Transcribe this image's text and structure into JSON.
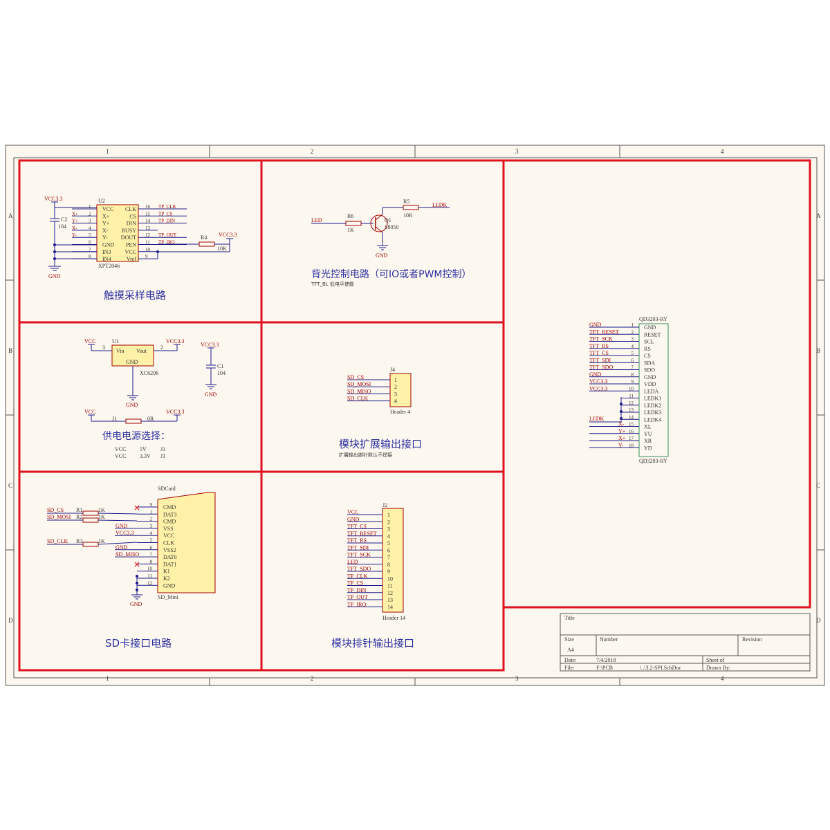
{
  "border": {
    "columns": [
      "1",
      "2",
      "3",
      "4"
    ],
    "rows": [
      "A",
      "B",
      "C",
      "D"
    ]
  },
  "panels": {
    "touch": {
      "title": "触摸采样电路",
      "ic_ref": "U2",
      "ic_name": "XPT2046",
      "vcc_label": "VCC3.3",
      "vcc_label2": "VCC3.3",
      "gnd_label": "GND",
      "cap_ref": "C2",
      "cap_val": "104",
      "res_ref": "R4",
      "res_val": "10K",
      "left_pins": [
        {
          "net": "",
          "num": "1",
          "name": "VCC"
        },
        {
          "net": "X+",
          "num": "2",
          "name": "X+"
        },
        {
          "net": "Y+",
          "num": "3",
          "name": "Y+"
        },
        {
          "net": "X-",
          "num": "4",
          "name": "X-"
        },
        {
          "net": "Y-",
          "num": "5",
          "name": "Y-"
        },
        {
          "net": "",
          "num": "6",
          "name": "GND"
        },
        {
          "net": "",
          "num": "7",
          "name": "IN3"
        },
        {
          "net": "",
          "num": "8",
          "name": "IN4"
        }
      ],
      "right_pins": [
        {
          "net": "TP_CLK",
          "num": "16",
          "name": "CLK"
        },
        {
          "net": "TP_CS",
          "num": "15",
          "name": "CS"
        },
        {
          "net": "TP_DIN",
          "num": "14",
          "name": "DIN"
        },
        {
          "net": "",
          "num": "13",
          "name": "BUSY"
        },
        {
          "net": "TP_OUT",
          "num": "12",
          "name": "DOUT"
        },
        {
          "net": "TP_IRQ",
          "num": "11",
          "name": "PEN"
        },
        {
          "net": "",
          "num": "10",
          "name": "VCC"
        },
        {
          "net": "",
          "num": "9",
          "name": "Vref"
        }
      ]
    },
    "backlight": {
      "title": "背光控制电路（可IO或者PWM控制）",
      "subtitle": "TFT_BL 低电平使能",
      "led_net": "LED",
      "ledk_net": "LEDK",
      "r6_ref": "R6",
      "r6_val": "1K",
      "r5_ref": "R5",
      "r5_val": "10R",
      "q_ref": "Q1",
      "q_val": "S8050",
      "gnd_label": "GND"
    },
    "power": {
      "title": "供电电源选择：",
      "u_ref": "U1",
      "u_name": "XC6206",
      "vin": "Vin",
      "vout": "Vout",
      "gnd_pin": "GND",
      "pin_in": "3",
      "pin_out": "2",
      "vcc_in": "VCC",
      "vcc_out": "VCC3.3",
      "vcc_cap": "VCC3.3",
      "cap_ref": "C1",
      "cap_val": "104",
      "gnd1": "GND",
      "gnd2": "GND",
      "j_vcc": "VCC",
      "j_ref": "J1",
      "j_val": "0R",
      "j_out": "VCC3.3",
      "table": [
        [
          "VCC",
          "5V",
          "J1"
        ],
        [
          "VCC",
          "3.3V",
          "J1"
        ]
      ]
    },
    "expansion": {
      "title": "模块扩展输出接口",
      "subtitle": "扩展输出脚针默认不焊接",
      "ref": "J4",
      "name": "Header 4",
      "pins": [
        {
          "net": "SD_CS",
          "num": "1"
        },
        {
          "net": "SD_MOSI",
          "num": "2"
        },
        {
          "net": "SD_MISO",
          "num": "3"
        },
        {
          "net": "SD_CLK",
          "num": "4"
        }
      ]
    },
    "lcd": {
      "ref": "QD3203-RY",
      "ref2": "QD3203-RY",
      "ledk_net": "LEDK",
      "pins": [
        {
          "net": "GND",
          "num": "1",
          "name": "GND"
        },
        {
          "net": "TFT_RESET",
          "num": "2",
          "name": "RESET"
        },
        {
          "net": "TFT_SCK",
          "num": "3",
          "name": "SCL"
        },
        {
          "net": "TFT_RS",
          "num": "4",
          "name": "RS"
        },
        {
          "net": "TFT_CS",
          "num": "5",
          "name": "CS"
        },
        {
          "net": "TFT_SDI",
          "num": "6",
          "name": "SDA"
        },
        {
          "net": "TFT_SDO",
          "num": "7",
          "name": "SDO"
        },
        {
          "net": "GND",
          "num": "8",
          "name": "GND"
        },
        {
          "net": "VCC3.3",
          "num": "9",
          "name": "VDD"
        },
        {
          "net": "VCC3.3",
          "num": "10",
          "name": "LEDA"
        },
        {
          "net": "",
          "num": "11",
          "name": "LEDK1"
        },
        {
          "net": "",
          "num": "12",
          "name": "LEDK2"
        },
        {
          "net": "",
          "num": "13",
          "name": "LEDK3"
        },
        {
          "net": "",
          "num": "14",
          "name": "LEDK4"
        },
        {
          "net": "X-",
          "num": "15",
          "name": "XL"
        },
        {
          "net": "Y+",
          "num": "16",
          "name": "YU"
        },
        {
          "net": "X+",
          "num": "17",
          "name": "XR"
        },
        {
          "net": "Y-",
          "num": "18",
          "name": "YD"
        }
      ]
    },
    "sd": {
      "title": "SD卡接口电路",
      "ref": "SDCard",
      "name": "SD_Mini",
      "gnd_label": "GND",
      "resistors": [
        {
          "net": "SD_CS",
          "ref": "R1",
          "val": "1K"
        },
        {
          "net": "SD_MOSI",
          "ref": "R2",
          "val": "1K"
        },
        {
          "net": "SD_CLK",
          "ref": "R3",
          "val": "1K"
        }
      ],
      "pins": [
        {
          "net": "",
          "num": "9",
          "name": "CMD"
        },
        {
          "net": "",
          "num": "1",
          "name": "DAT3"
        },
        {
          "net": "",
          "num": "2",
          "name": "CMD"
        },
        {
          "net": "GND",
          "num": "3",
          "name": "VSS"
        },
        {
          "net": "VCC3.3",
          "num": "4",
          "name": "VCC"
        },
        {
          "net": "",
          "num": "5",
          "name": "CLK"
        },
        {
          "net": "GND",
          "num": "6",
          "name": "VSS2"
        },
        {
          "net": "SD_MISO",
          "num": "7",
          "name": "DAT0"
        },
        {
          "net": "",
          "num": "8",
          "name": "DAT1"
        },
        {
          "net": "",
          "num": "10",
          "name": "K1"
        },
        {
          "net": "",
          "num": "11",
          "name": "K2"
        },
        {
          "net": "",
          "num": "12",
          "name": "GND"
        }
      ]
    },
    "header": {
      "title": "模块排针输出接口",
      "ref": "J2",
      "name": "Header 14",
      "pins": [
        {
          "net": "VCC",
          "num": "1"
        },
        {
          "net": "GND",
          "num": "2"
        },
        {
          "net": "TFT_CS",
          "num": "3"
        },
        {
          "net": "TFT_RESET",
          "num": "4"
        },
        {
          "net": "TFT_RS",
          "num": "5"
        },
        {
          "net": "TFT_SDI",
          "num": "6"
        },
        {
          "net": "TFT_SCK",
          "num": "7"
        },
        {
          "net": "LED",
          "num": "8"
        },
        {
          "net": "TFT_SDO",
          "num": "9"
        },
        {
          "net": "TP_CLK",
          "num": "10"
        },
        {
          "net": "TP_CS",
          "num": "11"
        },
        {
          "net": "TP_DIN",
          "num": "12"
        },
        {
          "net": "TP_OUT",
          "num": "13"
        },
        {
          "net": "TP_IRQ",
          "num": "14"
        }
      ]
    }
  },
  "title_block": {
    "title_label": "Title",
    "size_label": "Size",
    "size_value": "A4",
    "number_label": "Number",
    "revision_label": "Revision",
    "date_label": "Date:",
    "date_value": "7/4/2018",
    "sheet_label": "Sheet    of",
    "file_label": "File:",
    "file_value": "F:\\PCB",
    "file_value2": "\\..\\3.2-SPI.SchDoc",
    "drawn_label": "Drawn By:"
  },
  "colors": {
    "paper": "#fdf8ef",
    "frame": "#555555",
    "panel_border": "#e0101e",
    "wire": "#1a1a8c",
    "net_red": "#a00000",
    "ic_fill": "#fff2a8",
    "ic_stroke": "#a00000",
    "title_text": "#2b2fa0"
  }
}
